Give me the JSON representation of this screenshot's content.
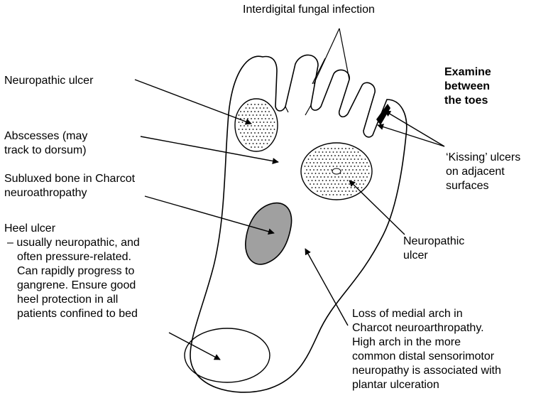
{
  "labels": {
    "interdigital": "Interdigital fungal infection",
    "neuro_ulcer_top": "Neuropathic ulcer",
    "examine": [
      "Examine",
      "between",
      "the toes"
    ],
    "abscesses": [
      "Abscesses (may",
      "track to dorsum)"
    ],
    "kissing": [
      "‘Kissing’ ulcers",
      "on adjacent",
      "surfaces"
    ],
    "subluxed": [
      "Subluxed bone in Charcot",
      "neuroathropathy"
    ],
    "heel": [
      "Heel ulcer",
      "– usually neuropathic, and",
      "often pressure-related.",
      "Can rapidly progress to",
      "gangrene. Ensure good",
      "heel protection in all",
      "patients confined to bed"
    ],
    "neuro_ulcer_mid": [
      "Neuropathic",
      "ulcer"
    ],
    "arch": [
      "Loss of medial arch in",
      "Charcot neuroarthropathy.",
      "High arch in the more",
      "common distal sensorimotor",
      "neuropathy is associated with",
      "plantar ulceration"
    ]
  },
  "colors": {
    "outline": "#000000",
    "charcot_fill": "#a0a0a0",
    "kissing_fill": "#000000"
  }
}
